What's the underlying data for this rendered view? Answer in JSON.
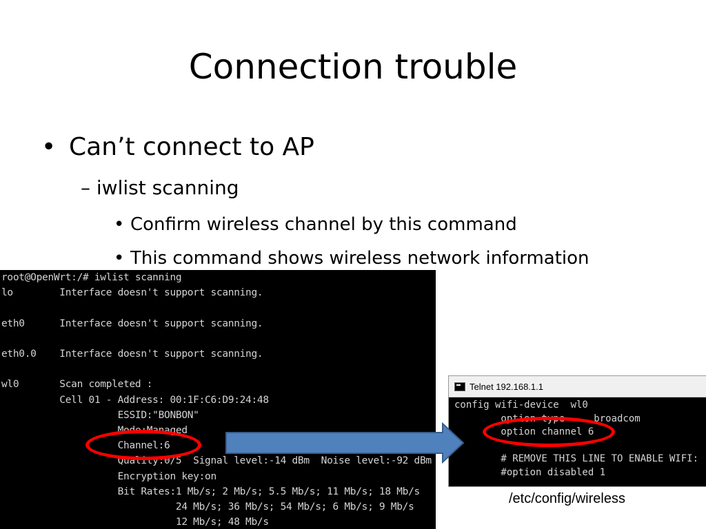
{
  "slide": {
    "title": "Connection trouble",
    "bullet1": "Can’t connect to AP",
    "sub1": "– iwlist scanning",
    "sub2a": "Confirm wireless channel by this command",
    "sub2b": "This command shows wireless network information",
    "bullet_glyph": "•"
  },
  "terminal": {
    "lines": "root@OpenWrt:/# iwlist scanning\nlo        Interface doesn't support scanning.\n\neth0      Interface doesn't support scanning.\n\neth0.0    Interface doesn't support scanning.\n\nwl0       Scan completed :\n          Cell 01 - Address: 00:1F:C6:D9:24:48\n                    ESSID:\"BONBON\"\n                    Mode:Managed\n                    Channel:6\n                    Quality:0/5  Signal level:-14 dBm  Noise level:-92 dBm\n                    Encryption key:on\n                    Bit Rates:1 Mb/s; 2 Mb/s; 5.5 Mb/s; 11 Mb/s; 18 Mb/s\n                              24 Mb/s; 36 Mb/s; 54 Mb/s; 6 Mb/s; 9 Mb/s\n                              12 Mb/s; 48 Mb/s"
  },
  "telnet": {
    "title": "Telnet 192.168.1.1",
    "lines": "config wifi-device  wl0\n        option type     broadcom\n        option channel 6\n\n        # REMOVE THIS LINE TO ENABLE WIFI:\n        #option disabled 1"
  },
  "caption": "/etc/config/wireless",
  "colors": {
    "highlight": "#ff0000",
    "arrow": "#4f81bd"
  }
}
